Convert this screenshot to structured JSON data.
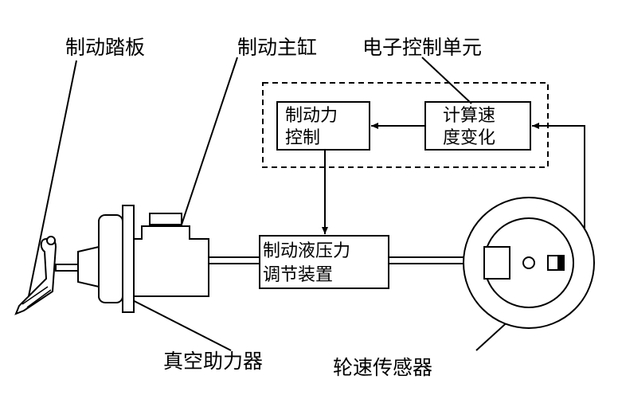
{
  "labels": {
    "brake_pedal": "制动踏板",
    "master_cylinder": "制动主缸",
    "ecu": "电子控制单元",
    "vacuum_booster": "真空助力器",
    "wheel_speed_sensor": "轮速传感器"
  },
  "boxes": {
    "brake_force_control": {
      "line1": "制动力",
      "line2": "控制"
    },
    "speed_change_calc": {
      "line1": "计算速",
      "line2": "度变化"
    },
    "hydraulic_regulator": {
      "line1": "制动液压力",
      "line2": "调节装置"
    }
  },
  "colors": {
    "line": "#000000",
    "fill": "#ffffff"
  }
}
